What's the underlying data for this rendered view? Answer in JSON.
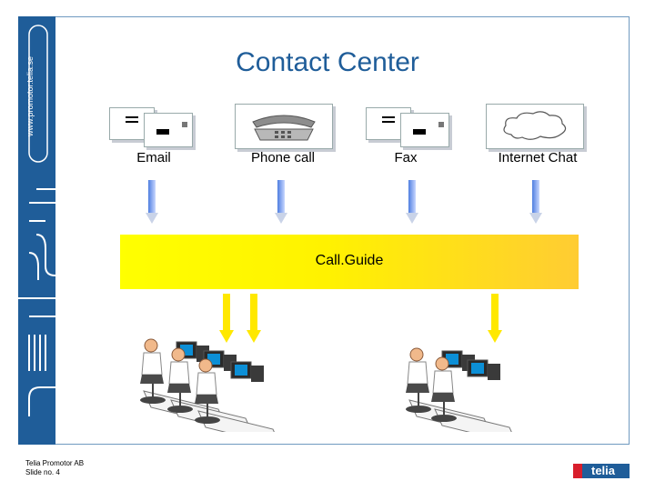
{
  "sidebar": {
    "url_text": "www.promotor.telia.se"
  },
  "title": "Contact Center",
  "channels": [
    {
      "label": "Email",
      "icon": "email-icon"
    },
    {
      "label": "Phone call",
      "icon": "phone-icon"
    },
    {
      "label": "Fax",
      "icon": "fax-icon"
    },
    {
      "label": "Internet Chat",
      "icon": "cloud-icon"
    }
  ],
  "callguide": {
    "label": "Call.Guide"
  },
  "footer": {
    "line1": "Telia Promotor AB",
    "line2": "Slide no. 4"
  },
  "logo": {
    "text": "telia"
  },
  "colors": {
    "brand_blue": "#1f5d99",
    "arrow_blue": "#7aa0e8",
    "arrow_yellow": "#f5e000",
    "callguide_start": "#ffff00",
    "callguide_end": "#ffcc33"
  }
}
